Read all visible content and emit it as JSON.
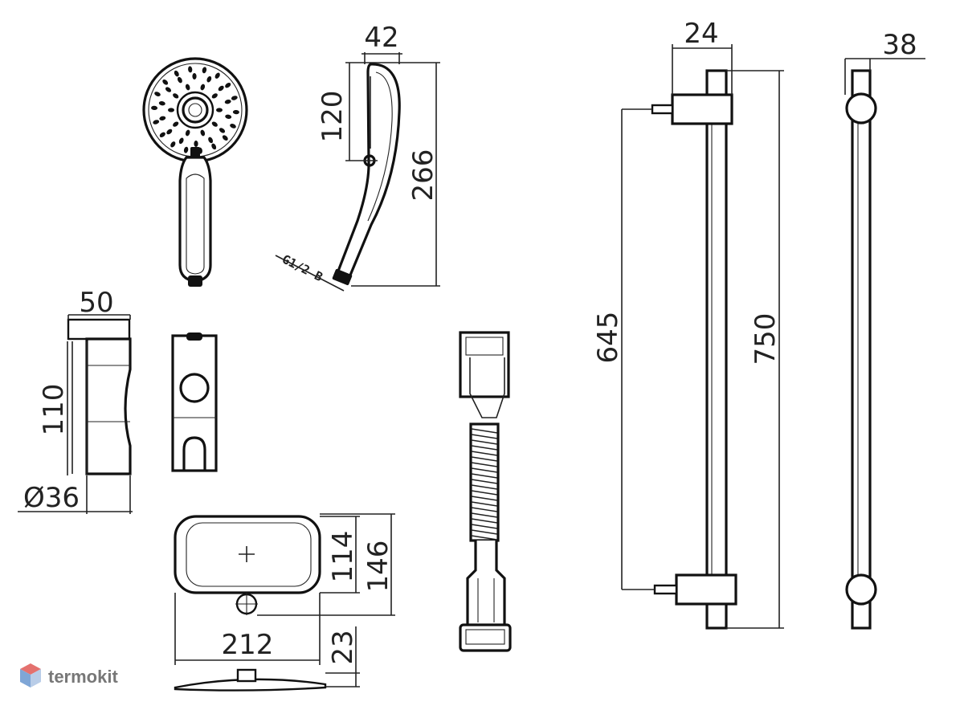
{
  "brand": {
    "name": "termokit",
    "logo": "hexagon-cube-logo"
  },
  "dimensions": {
    "head_width": "42",
    "head_height": "120",
    "handset_length": "266",
    "thread": "G1/2 B",
    "holder_width": "50",
    "holder_height": "110",
    "bar_diameter": "Ø36",
    "slider_offset": "24",
    "bar_depth": "38",
    "fixing_spacing": "645",
    "bar_length": "750",
    "soap_dish_inner": "114",
    "soap_dish_outer": "146",
    "soap_dish_width": "212",
    "soap_dish_height": "23"
  },
  "colors": {
    "line": "#222222",
    "brand": "#777777",
    "logo_red": "#e4716e",
    "logo_blue": "#7fa6d6"
  }
}
